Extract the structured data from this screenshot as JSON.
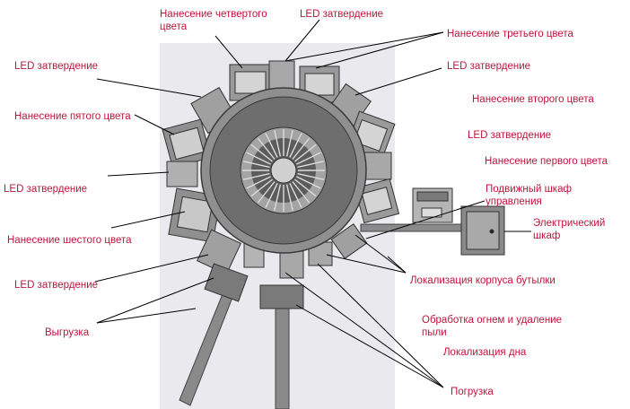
{
  "colors": {
    "label": "#c0143c",
    "leader": "#000000",
    "panel": "#e8e8ec",
    "metal_dark": "#5a5a5a",
    "metal_mid": "#8c8c8c",
    "metal_light": "#bdbdbd"
  },
  "labels": {
    "fourth_color": "Нанесение четвертого цвета",
    "led_top": "LED затвердение",
    "third_color": "Нанесение третьего цвета",
    "led_upper_left": "LED затвердение",
    "led_upper_right": "LED затвердение",
    "second_color": "Нанесение второго цвета",
    "fifth_color": "Нанесение пятого цвета",
    "led_mid_right": "LED затвердение",
    "first_color": "Нанесение первого цвета",
    "led_left": "LED затвердение",
    "mobile_cabinet": "Подвижный шкаф управления",
    "electric_cabinet": "Электрический шкаф",
    "sixth_color": "Нанесение шестого цвета",
    "led_lower_left": "LED затвердение",
    "bottle_body_location": "Локализация корпуса бутылки",
    "unloading": "Выгрузка",
    "flame_dust": "Обработка огнем и удаление пыли",
    "bottom_location": "Локализация дна",
    "loading": "Погрузка"
  }
}
